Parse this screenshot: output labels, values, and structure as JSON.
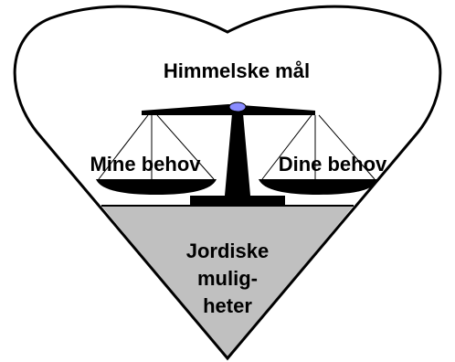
{
  "heaven_label": "Himmelske mål",
  "left_pan_label": "Mine behov",
  "right_pan_label": "Dine behov",
  "earth_label_lines": [
    "Jordiske",
    "mulig-",
    "heter"
  ],
  "colors": {
    "outline": "#000000",
    "background": "#ffffff",
    "earth_fill": "#c0c0c0",
    "balance": "#000000",
    "pivot": "#8a8cff"
  }
}
